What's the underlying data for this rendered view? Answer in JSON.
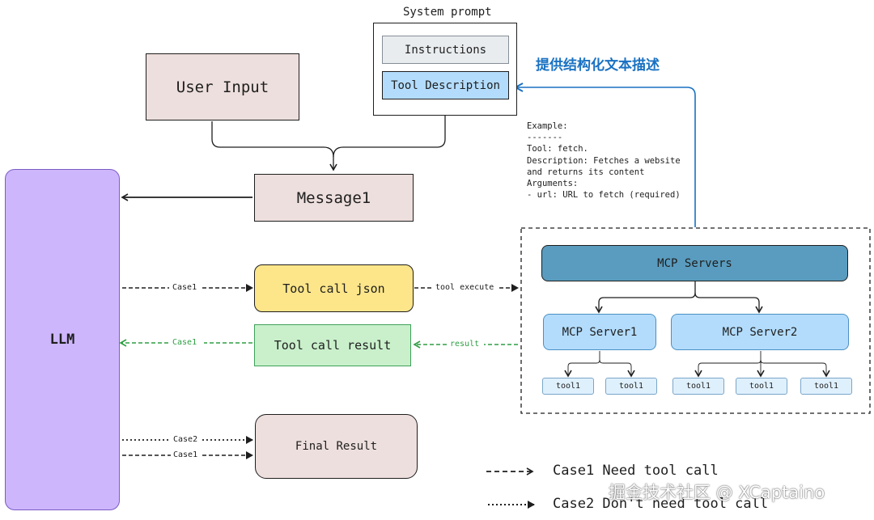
{
  "system_prompt": {
    "title": "System prompt",
    "instructions": "Instructions",
    "tool_description": "Tool Description"
  },
  "structured_text_label": "提供结构化文本描述",
  "user_input": "User Input",
  "message1": "Message1",
  "llm": "LLM",
  "tool_call_json": "Tool call json",
  "tool_call_result": "Tool call result",
  "final_result": "Final Result",
  "example": {
    "lines": [
      "Example:",
      "-------",
      "Tool: fetch.",
      "Description: Fetches a website",
      "and returns its content",
      "Arguments:",
      "- url: URL to fetch (required)"
    ]
  },
  "mcp": {
    "servers": "MCP Servers",
    "server1": "MCP Server1",
    "server2": "MCP Server2",
    "tools": [
      "tool1",
      "tool1",
      "tool1",
      "tool1",
      "tool1"
    ]
  },
  "edges": {
    "case1_a": "Case1",
    "tool_execute": "tool execute",
    "case1_b": "Case1",
    "result": "result",
    "case2": "Case2",
    "case1_c": "Case1"
  },
  "legend": {
    "case1": "Case1 Need tool call",
    "case2": "Case2 Don't need tool call"
  },
  "watermark": "掘金技术社区 @ XCaptaino",
  "colors": {
    "brown_box": "#eddfdd",
    "llm_purple": "#cdb6fb",
    "yellow": "#fde68a",
    "green": "#c9f0cb",
    "blue_light": "#b3dcfc",
    "gray_light": "#e9ecef",
    "mcp_dark": "#5a9cbf",
    "blue_arrow": "#1971c2",
    "green_arrow": "#2f9e44"
  }
}
